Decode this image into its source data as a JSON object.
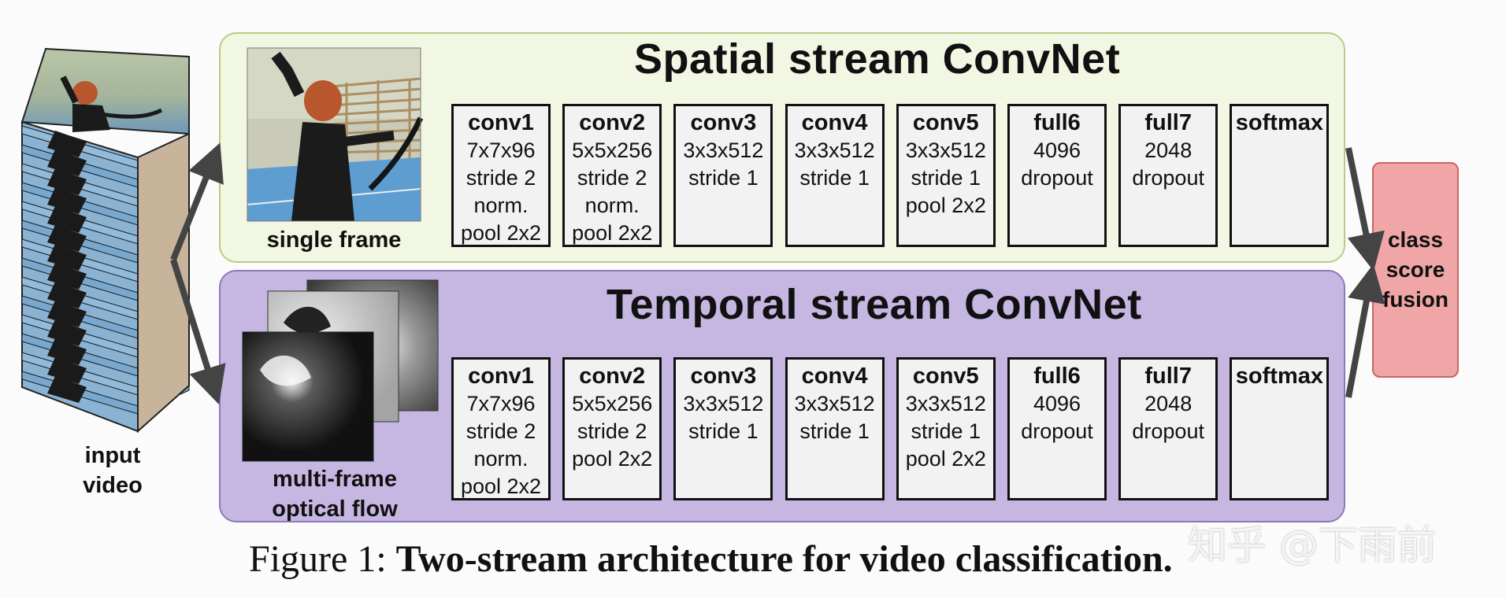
{
  "input": {
    "label_line1": "input",
    "label_line2": "video"
  },
  "spatial": {
    "title": "Spatial stream ConvNet",
    "image_label": "single frame",
    "layers": [
      {
        "name": "conv1",
        "specs": [
          "7x7x96",
          "stride 2",
          "norm.",
          "pool 2x2"
        ]
      },
      {
        "name": "conv2",
        "specs": [
          "5x5x256",
          "stride 2",
          "norm.",
          "pool 2x2"
        ]
      },
      {
        "name": "conv3",
        "specs": [
          "3x3x512",
          "stride 1"
        ]
      },
      {
        "name": "conv4",
        "specs": [
          "3x3x512",
          "stride 1"
        ]
      },
      {
        "name": "conv5",
        "specs": [
          "3x3x512",
          "stride 1",
          "pool 2x2"
        ]
      },
      {
        "name": "full6",
        "specs": [
          "4096",
          "dropout"
        ]
      },
      {
        "name": "full7",
        "specs": [
          "2048",
          "dropout"
        ]
      },
      {
        "name": "softmax",
        "specs": []
      }
    ]
  },
  "temporal": {
    "title": "Temporal stream ConvNet",
    "image_label_line1": "multi-frame",
    "image_label_line2": "optical flow",
    "layers": [
      {
        "name": "conv1",
        "specs": [
          "7x7x96",
          "stride 2",
          "norm.",
          "pool 2x2"
        ]
      },
      {
        "name": "conv2",
        "specs": [
          "5x5x256",
          "stride 2",
          "pool 2x2"
        ]
      },
      {
        "name": "conv3",
        "specs": [
          "3x3x512",
          "stride 1"
        ]
      },
      {
        "name": "conv4",
        "specs": [
          "3x3x512",
          "stride 1"
        ]
      },
      {
        "name": "conv5",
        "specs": [
          "3x3x512",
          "stride 1",
          "pool 2x2"
        ]
      },
      {
        "name": "full6",
        "specs": [
          "4096",
          "dropout"
        ]
      },
      {
        "name": "full7",
        "specs": [
          "2048",
          "dropout"
        ]
      },
      {
        "name": "softmax",
        "specs": []
      }
    ]
  },
  "fusion": {
    "line1": "class",
    "line2": "score",
    "line3": "fusion"
  },
  "caption": {
    "prefix": "Figure 1:",
    "text": "Two-stream architecture for video classification."
  },
  "watermark": "知乎 @下雨前",
  "colors": {
    "spatial_panel": "#f1f7e3",
    "temporal_panel": "#c6b6e2",
    "fusion_box": "#f0a5a6",
    "layer_box": "#f2f2f2",
    "arrow": "#444444"
  }
}
